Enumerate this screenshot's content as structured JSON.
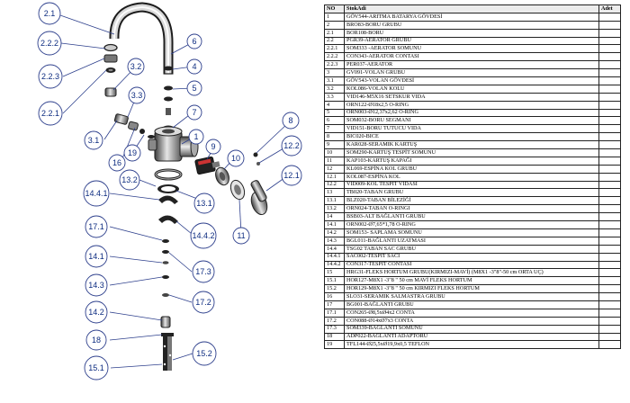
{
  "callouts": [
    "2.1",
    "2.2.2",
    "2.2.3",
    "2.2.1",
    "3.2",
    "3.3",
    "3.1",
    "16",
    "19",
    "6",
    "4",
    "5",
    "7",
    "1",
    "8",
    "12.2",
    "12.1",
    "9",
    "10",
    "11",
    "13.2",
    "13.1",
    "14.4.1",
    "14.4.2",
    "17.1",
    "17.3",
    "14.1",
    "14.3",
    "17.2",
    "14.2",
    "18",
    "15.1",
    "15.2"
  ],
  "table": {
    "headers": {
      "no": "NO",
      "stok": "StokAdi",
      "adet": "Adet"
    },
    "rows": [
      {
        "no": "1",
        "name": "GÖV544-ARITMA BATARYA GÖVDESİ"
      },
      {
        "no": "2",
        "name": "BRO83-BORU GRUBU"
      },
      {
        "no": "2.1",
        "name": "BOR108-BORU"
      },
      {
        "no": "2.2",
        "name": "PGR39-AERATOR GRUBU"
      },
      {
        "no": "2.2.1",
        "name": "SOM333 -AERATOR SOMUNU"
      },
      {
        "no": "2.2.2",
        "name": "CON343-AERATOR CONTASI"
      },
      {
        "no": "2.2.3",
        "name": "PER037-AERATOR"
      },
      {
        "no": "3",
        "name": "GV091-VOLAN GRUBU"
      },
      {
        "no": "3.1",
        "name": "GÖV543-VOLAN GÖVDESİ"
      },
      {
        "no": "3.2",
        "name": "KOL086-VOLAN KOLU"
      },
      {
        "no": "3.3",
        "name": "VID146-M5X16 SETSKUR VIDA"
      },
      {
        "no": "4",
        "name": "ORN122-Ø18x2,5 O-RING"
      },
      {
        "no": "5",
        "name": "ORN003-Ø12,37x2,62 O-RING"
      },
      {
        "no": "6",
        "name": "SOM032-BORU SEGMANI"
      },
      {
        "no": "7",
        "name": "VID151-BORU TUTUCU VIDA"
      },
      {
        "no": "8",
        "name": "BIC020-BICE"
      },
      {
        "no": "9",
        "name": "KAR028-SERAMIK KARTUŞ"
      },
      {
        "no": "10",
        "name": "SOM290-KARTUŞ TESPİT SOMUNU"
      },
      {
        "no": "11",
        "name": "KAP103-KARTUŞ KAPAĞI"
      },
      {
        "no": "12",
        "name": "KL069-ESPİNA KOL GRUBU"
      },
      {
        "no": "12.1",
        "name": "KOL087-ESPİNA KOL"
      },
      {
        "no": "12.2",
        "name": "VID009-KOL TESPİT VIDASI"
      },
      {
        "no": "13",
        "name": "TB020-TABAN GRUBU"
      },
      {
        "no": "13.1",
        "name": "BLZ020-TABAN BİLEZİĞİ"
      },
      {
        "no": "13.2",
        "name": "ORN024-TABAN O-RINGI"
      },
      {
        "no": "14",
        "name": "BSB03-ALT BAĞLANTI GRUBU"
      },
      {
        "no": "14.1",
        "name": "ORN002-Ø7,65*1,78 O-RING"
      },
      {
        "no": "14.2",
        "name": "SOM153- SAPLAMA SOMUNU"
      },
      {
        "no": "14.3",
        "name": "BGL011-BAĞLANTI UZATMASI"
      },
      {
        "no": "14.4",
        "name": "TSG02 TABAN SAC GRUBU"
      },
      {
        "no": "14.4.1",
        "name": "SAC002-TESPİT SACI"
      },
      {
        "no": "14.4.2",
        "name": "CON317-TESPİT CONTASI"
      },
      {
        "no": "15",
        "name": "HRG31-FLEKS HORTUM GRUBU(KIRMIZI-MAVİ) (M8X1 -3\"8\"-50 cm ORTA UÇ)"
      },
      {
        "no": "15.1",
        "name": "HOR127-M8X1 -3\"8 \" 50 cm MAVİ FLEKS HORTUM"
      },
      {
        "no": "15.2",
        "name": "HOR129-M8X1 -3\"8 \" 50 cm KIRMIZI FLEKS HORTUM"
      },
      {
        "no": "16",
        "name": "SLO31-SERAMIK SALMASTRA GRUBU"
      },
      {
        "no": "17",
        "name": "BG001-BAĞLANTI GRUBU"
      },
      {
        "no": "17.1",
        "name": "CON265-Ø8,5xØ4x2 CONTA"
      },
      {
        "no": "17.2",
        "name": "CON088-Ø14xØ7x3 CONTA"
      },
      {
        "no": "17.3",
        "name": "SOM339-BAĞLANTI SOMUNU"
      },
      {
        "no": "18",
        "name": "ADP022-BAĞLANTI ADAPTÖRÜ"
      },
      {
        "no": "19",
        "name": "TFL144-Ø25,5xØ19,9x0,5 TEFLON"
      }
    ]
  }
}
